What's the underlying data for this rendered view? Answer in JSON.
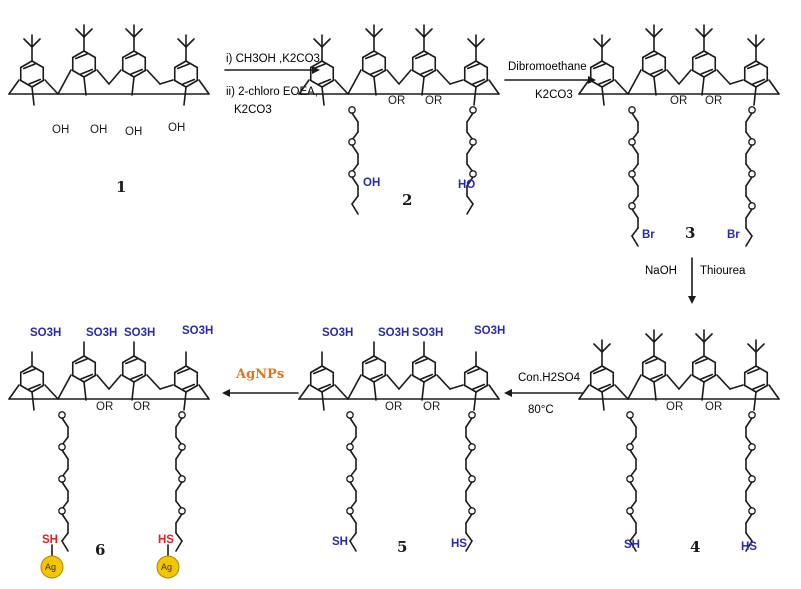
{
  "compounds": [
    {
      "label": "1",
      "top": "tbu",
      "hydroxyl_labels": [
        "OH",
        "OH",
        "OH",
        "OH"
      ],
      "chains": false
    },
    {
      "label": "2",
      "top": "tbu",
      "or_labels": [
        "OR",
        "OR"
      ],
      "chains": true,
      "chain_ends": [
        "OH",
        "HO"
      ],
      "end_color": "blue"
    },
    {
      "label": "3",
      "top": "tbu",
      "or_labels": [
        "OR",
        "OR"
      ],
      "chains": true,
      "chain_ends": [
        "Br",
        "Br"
      ],
      "end_color": "blue"
    },
    {
      "label": "4",
      "top": "tbu",
      "or_labels": [
        "OR",
        "OR"
      ],
      "chains": true,
      "chain_ends": [
        "SH",
        "HS"
      ],
      "end_color": "blue"
    },
    {
      "label": "5",
      "top": "so3h",
      "top_labels": [
        "SO3H",
        "SO3H",
        "SO3H",
        "SO3H"
      ],
      "or_labels": [
        "OR",
        "OR"
      ],
      "chains": true,
      "chain_ends": [
        "SH",
        "HS"
      ],
      "end_color": "blue"
    },
    {
      "label": "6",
      "top": "so3h",
      "top_labels": [
        "SO3H",
        "SO3H",
        "SO3H",
        "SO3H"
      ],
      "or_labels": [
        "OR",
        "OR"
      ],
      "chains": true,
      "chain_ends": [
        "SH",
        "HS"
      ],
      "end_color": "red",
      "nanoparticle_label": "Ag"
    }
  ],
  "arrows": {
    "a1": {
      "conditions": [
        "i) CH3OH ,K2CO3",
        "ii) 2-chloro EOEA,",
        "K2CO3"
      ]
    },
    "a2": {
      "conditions": [
        "Dibromoethane",
        "K2CO3"
      ]
    },
    "a3": {
      "left": "NaOH",
      "right": "Thiourea"
    },
    "a4": {
      "conditions": [
        "Con.H2SO4",
        "80°C"
      ]
    },
    "a5": {
      "label": "AgNPs"
    }
  },
  "colors": {
    "bond": "#1a1a1a",
    "blue": "#2a2ab0",
    "red": "#e02020",
    "orange": "#d9771a",
    "gold": "#f3c400"
  }
}
